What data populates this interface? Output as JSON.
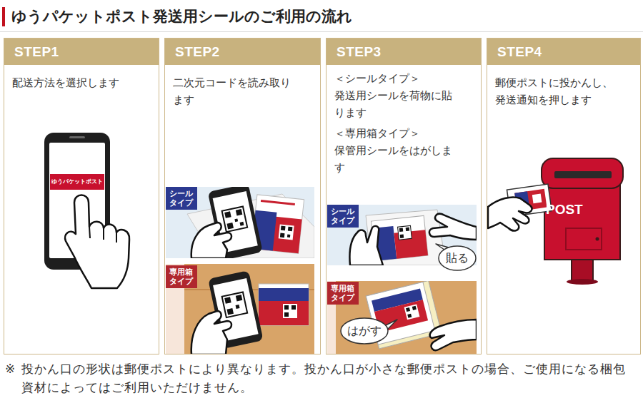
{
  "diagram": {
    "title": "ゆうパケットポスト発送用シールのご利用の流れ",
    "nodes": [
      {
        "text": [
          "STEP1",
          "配送方法を選択します"
        ]
      },
      {
        "text": [
          "STEP2",
          "二次元コードを読み取ります"
        ]
      },
      {
        "text": [
          "STEP3",
          "＜シールタイプ＞",
          "発送用シールを荷物に貼ります",
          "＜専用箱タイプ＞",
          "保管用シールをはがします"
        ]
      },
      {
        "text": [
          "STEP4",
          "郵便ポストに投かんし、発送通知を押します"
        ]
      }
    ],
    "labels": [
      "ゆうパケットポスト",
      "シールタイプ",
      "専用箱タイプ",
      "シールタイプ",
      "専用箱タイプ",
      "貼る",
      "はがす",
      "POST",
      "※",
      "投かん口の形状は郵便ポストにより異なります。投かん口が小さな郵便ポストの場合、ご使用になる梱包資材によってはご利用いただけません。"
    ]
  }
}
